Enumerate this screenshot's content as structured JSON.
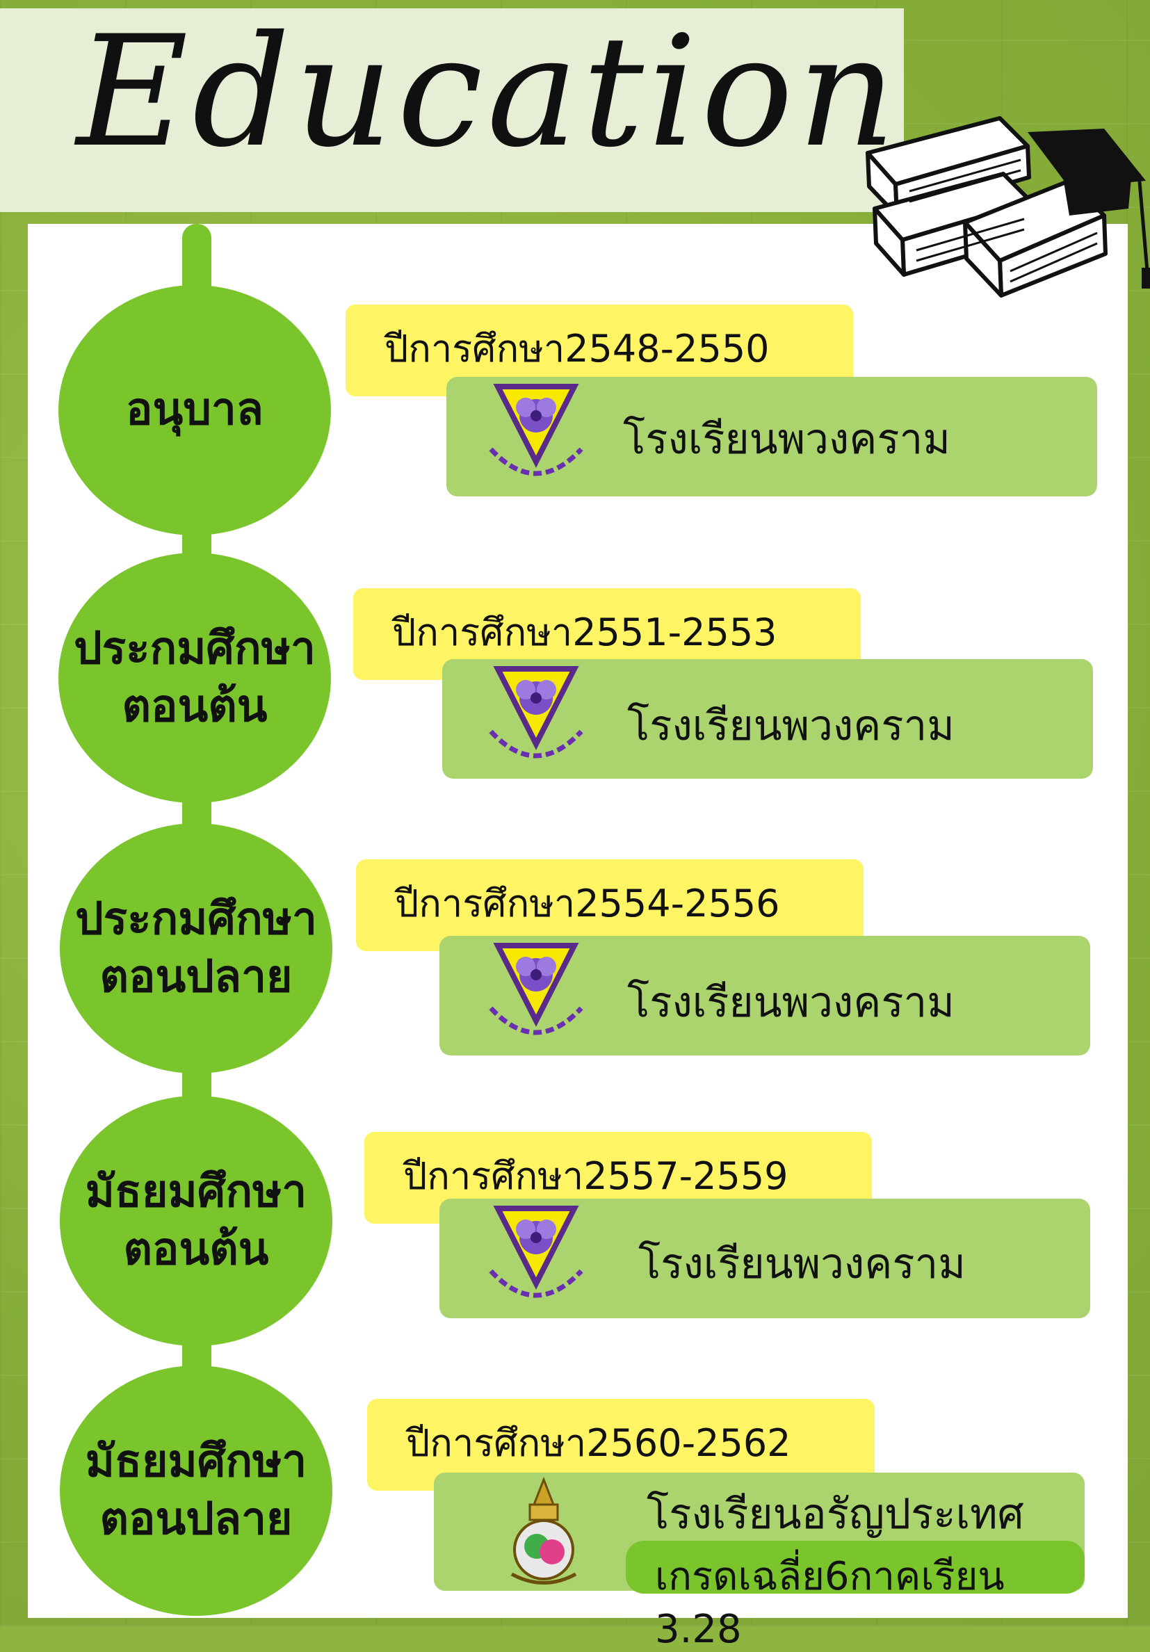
{
  "title": "Education",
  "colors": {
    "background": "#8db53f",
    "panel": "#ffffff",
    "timeline": "#7ac52b",
    "year_tab": "#fff464",
    "school_box": "#abd36e"
  },
  "timeline": [
    {
      "level": [
        "อนุบาล"
      ],
      "years": "ปีการศึกษา2548-2550",
      "school": "โรงเรียนพวงคราม",
      "emblem": "violet-school-emblem"
    },
    {
      "level": [
        "ประกมศึกษา",
        "ตอนต้น"
      ],
      "years": "ปีการศึกษา2551-2553",
      "school": "โรงเรียนพวงคราม",
      "emblem": "violet-school-emblem"
    },
    {
      "level": [
        "ประกมศึกษา",
        "ตอนปลาย"
      ],
      "years": "ปีการศึกษา2554-2556",
      "school": "โรงเรียนพวงคราม",
      "emblem": "violet-school-emblem"
    },
    {
      "level": [
        "มัธยมศึกษา",
        "ตอนต้น"
      ],
      "years": "ปีการศึกษา2557-2559",
      "school": "โรงเรียนพวงคราม",
      "emblem": "violet-school-emblem"
    },
    {
      "level": [
        "มัธยมศึกษา",
        "ตอนปลาย"
      ],
      "years": "ปีการศึกษา2560-2562",
      "school": "โรงเรียนอรัญประเทศ",
      "emblem": "royal-crest-emblem",
      "grade": "เกรดเฉลี่ย6กาคเรียน 3.28"
    }
  ]
}
